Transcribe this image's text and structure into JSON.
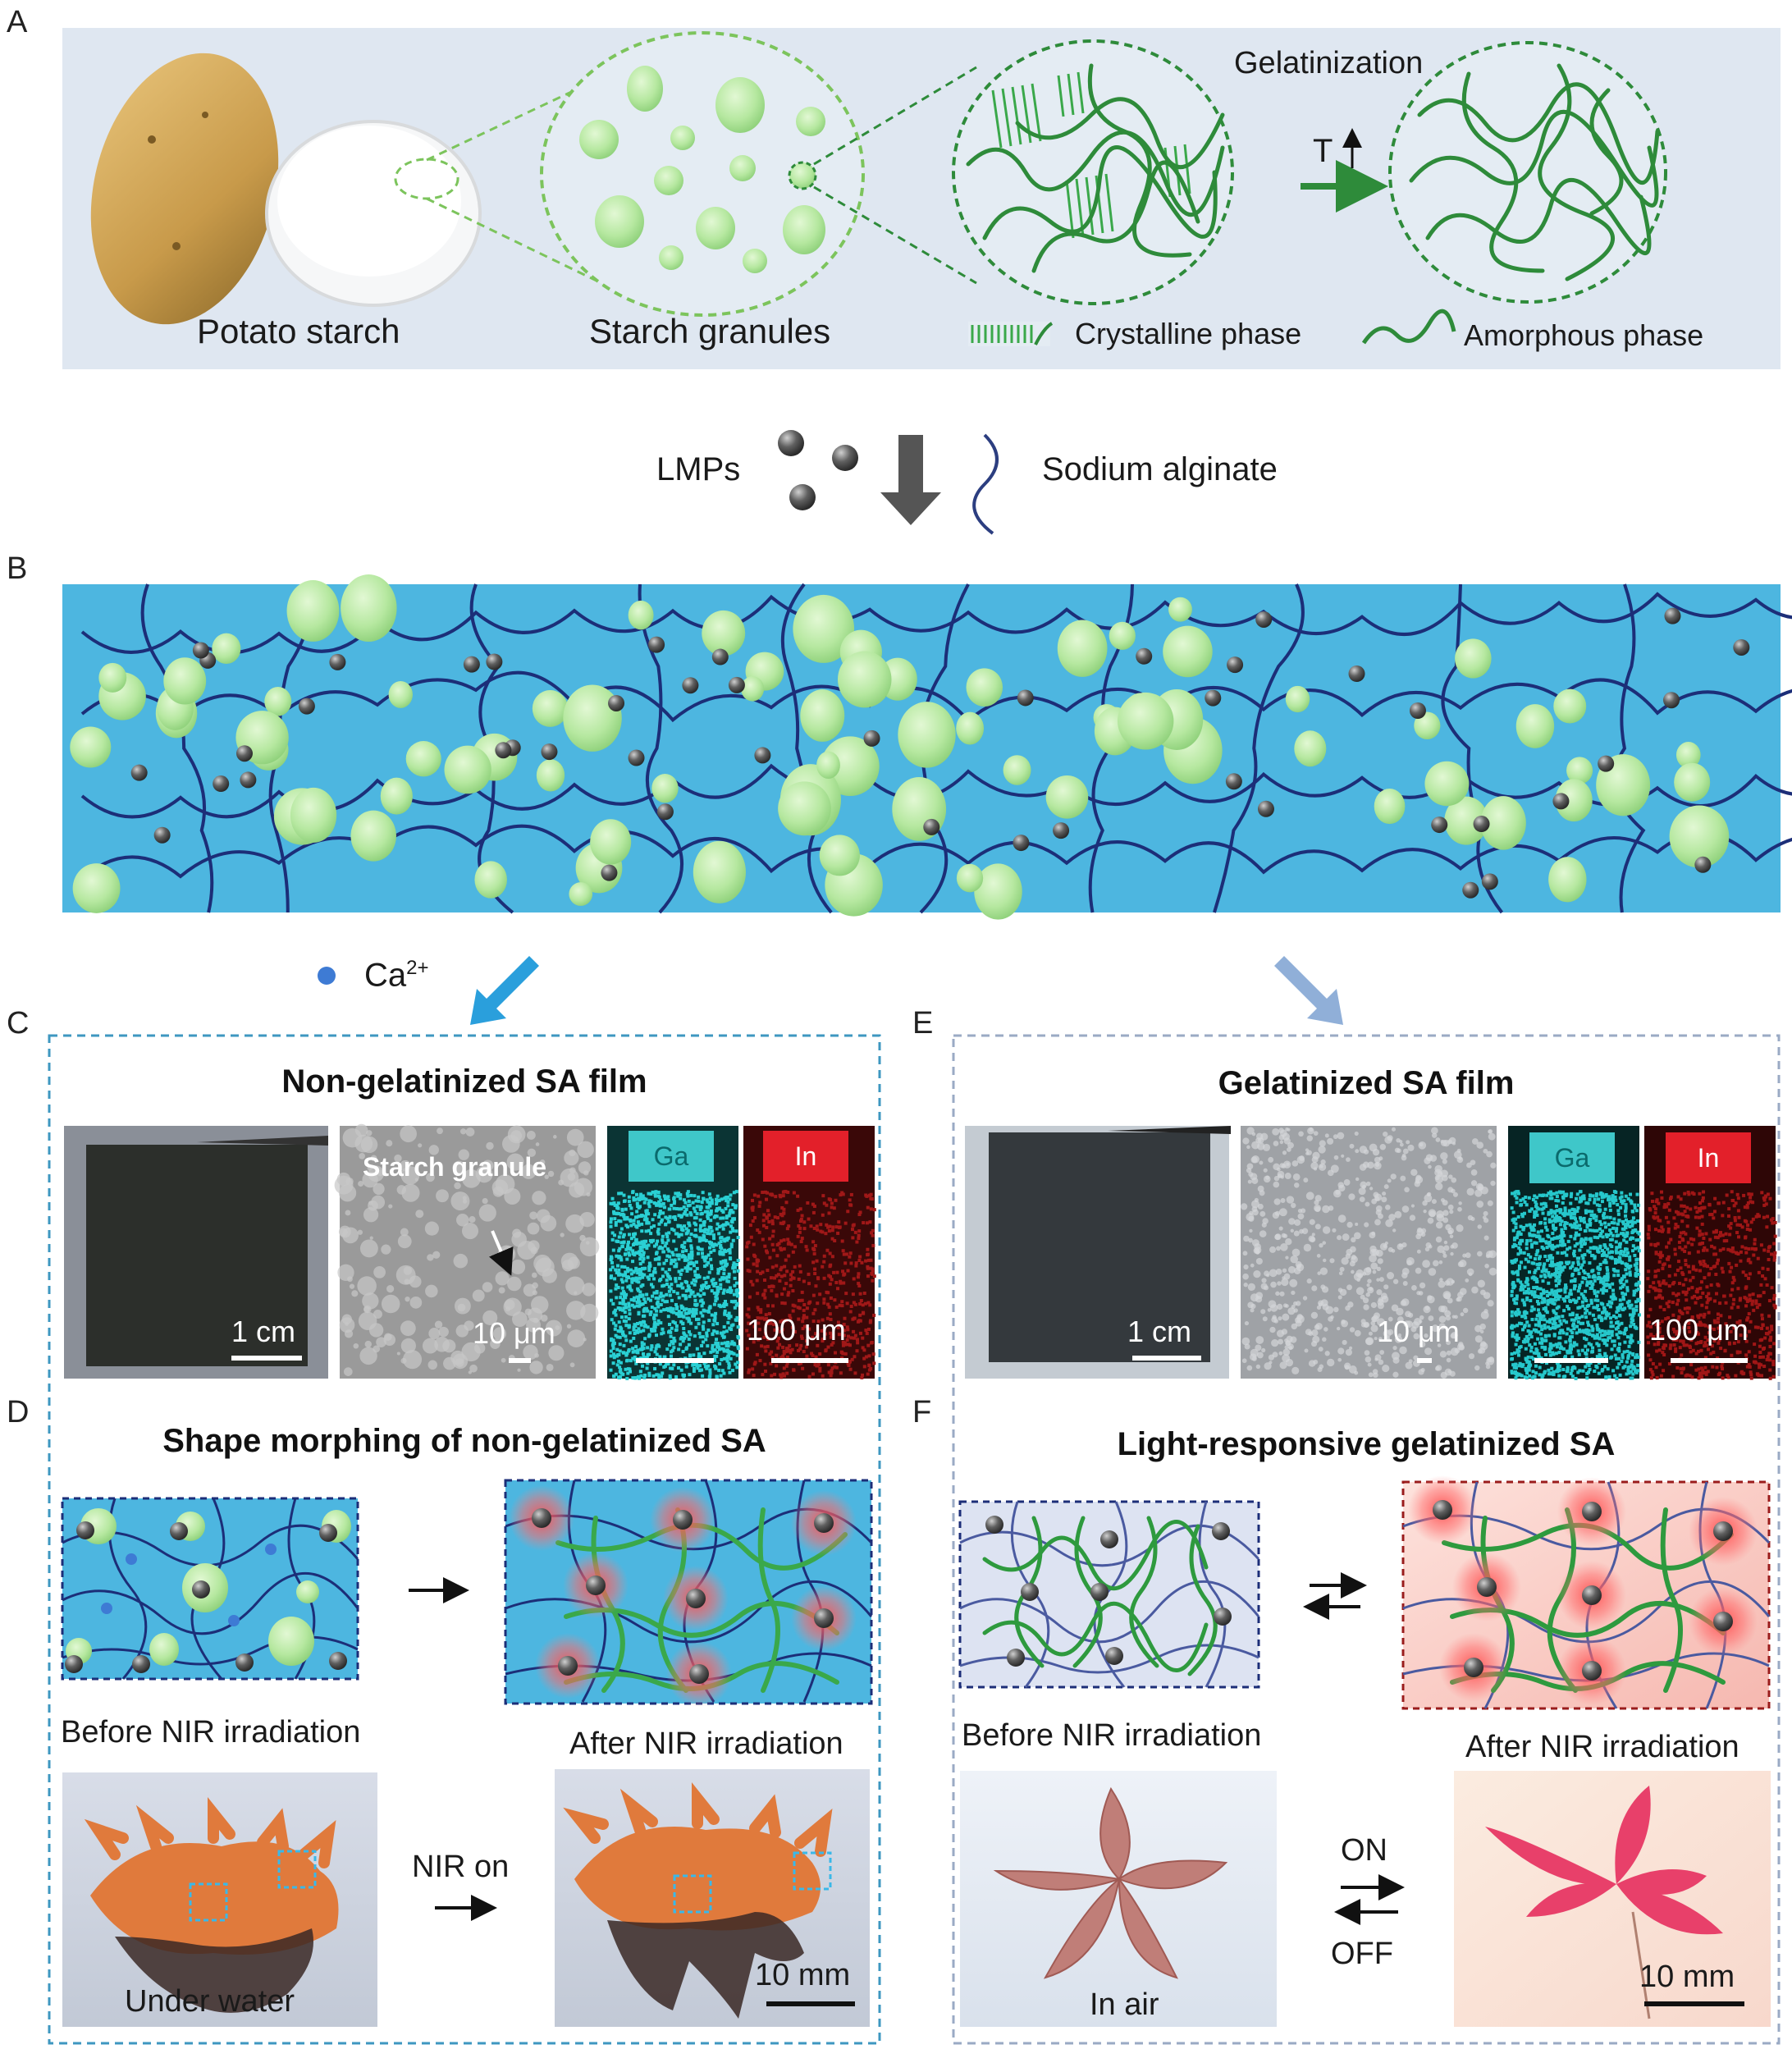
{
  "panels": {
    "A": "A",
    "B": "B",
    "C": "C",
    "D": "D",
    "E": "E",
    "F": "F"
  },
  "panel_a": {
    "gelatinization": "Gelatinization",
    "temp_arrow": "T",
    "potato_starch": "Potato starch",
    "starch_granules": "Starch granules",
    "crystalline_phase": "Crystalline phase",
    "amorphous_phase": "Amorphous phase"
  },
  "mix": {
    "lmps": "LMPs",
    "sodium_alginate": "Sodium alginate"
  },
  "ion": {
    "label": "Ca",
    "sup": "2+"
  },
  "panel_c": {
    "title": "Non-gelatinized SA film",
    "scale_photo": "1 cm",
    "starch_granule": "Starch granule",
    "scale_sem": "10 μm",
    "ga": "Ga",
    "in": "In",
    "scale_eds": "100 μm"
  },
  "panel_e": {
    "title": "Gelatinized SA film",
    "scale_photo": "1 cm",
    "scale_sem": "10 μm",
    "ga": "Ga",
    "in": "In",
    "scale_eds": "100 μm"
  },
  "panel_d": {
    "title": "Shape morphing of non-gelatinized SA",
    "before": "Before NIR irradiation",
    "after": "After NIR irradiation",
    "nir_on": "NIR on",
    "under_water": "Under water",
    "scale": "10 mm"
  },
  "panel_f": {
    "title": "Light-responsive gelatinized SA",
    "before": "Before NIR irradiation",
    "after": "After NIR irradiation",
    "on": "ON",
    "off": "OFF",
    "in_air": "In air",
    "scale": "10 mm"
  },
  "colors": {
    "starch_green": "#b6e8a0",
    "matrix_blue": "#4db6e0",
    "chain_navy": "#22307a",
    "crystal_green": "#3aa84a",
    "ga_cyan": "#3fc7c9",
    "in_red": "#e3202a",
    "arrow_blue": "#2a9fdc",
    "dash_border": "#3e97c0"
  }
}
